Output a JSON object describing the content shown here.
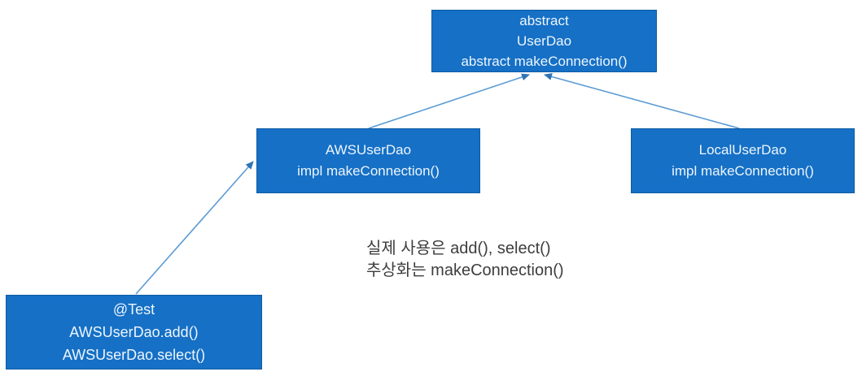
{
  "diagram": {
    "boxes": {
      "userdao": {
        "lines": [
          "abstract",
          "UserDao",
          "abstract makeConnection()"
        ]
      },
      "awsuserdao": {
        "lines": [
          "AWSUserDao",
          "impl makeConnection()"
        ]
      },
      "localuserdao": {
        "lines": [
          "LocalUserDao",
          "impl makeConnection()"
        ]
      },
      "test": {
        "lines": [
          "@Test",
          "AWSUserDao.add()",
          "AWSUserDao.select()"
        ]
      }
    },
    "note": {
      "line1": "실제 사용은 add(), select()",
      "line2": "추상화는 makeConnection()"
    },
    "relations": [
      "AWSUserDao extends UserDao",
      "LocalUserDao extends UserDao",
      "@Test uses AWSUserDao"
    ]
  },
  "colors": {
    "box_fill": "#1570c6",
    "box_border": "#0e5ca3",
    "box_text": "#eef5fc",
    "arrow_line": "#5b9bd5",
    "arrow_head": "#2e75b6",
    "note_text": "#3d3d3d",
    "background": "#ffffff"
  }
}
